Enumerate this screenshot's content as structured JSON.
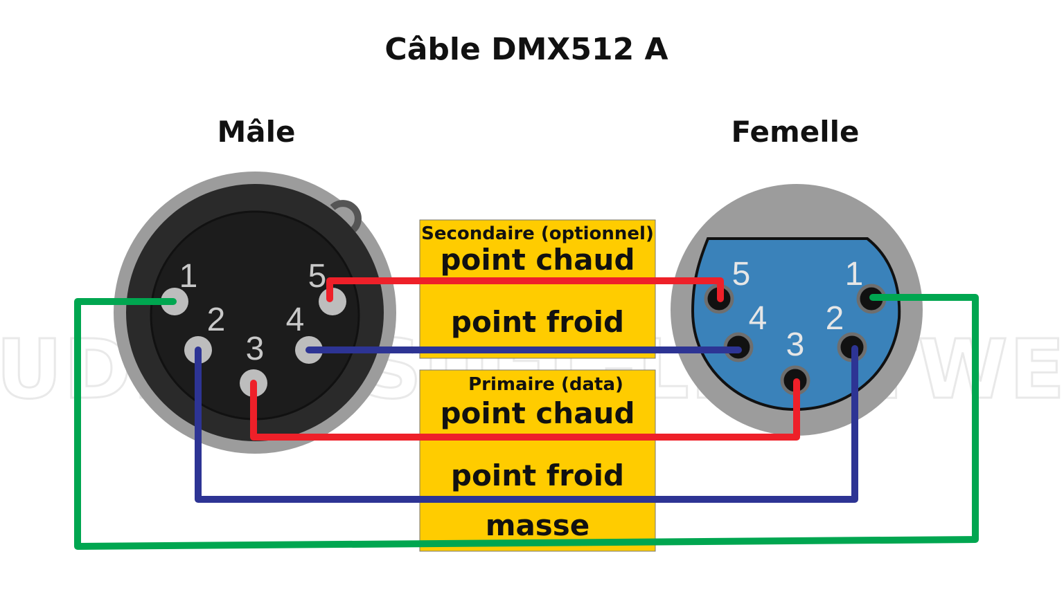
{
  "title": "Câble DMX512 A",
  "watermark": "AUDIO-VISUEL-LIGHTWEB",
  "male": {
    "label": "Mâle",
    "pins": [
      "1",
      "2",
      "3",
      "4",
      "5"
    ]
  },
  "female": {
    "label": "Femelle",
    "pins": [
      "1",
      "2",
      "3",
      "4",
      "5"
    ]
  },
  "legend": {
    "secondary": {
      "heading": "Secondaire (optionnel)",
      "hot": "point chaud",
      "cold": "point froid"
    },
    "primary": {
      "heading": "Primaire (data)",
      "hot": "point chaud",
      "cold": "point froid",
      "ground": "masse"
    }
  },
  "colors": {
    "hot": "#ee2029",
    "cold": "#2d3494",
    "ground": "#00a650",
    "legend_bg": "#ffcc00",
    "female_insert": "#3a82ba",
    "male_insert": "#1c1c1c",
    "shell": "#9c9c9c"
  }
}
